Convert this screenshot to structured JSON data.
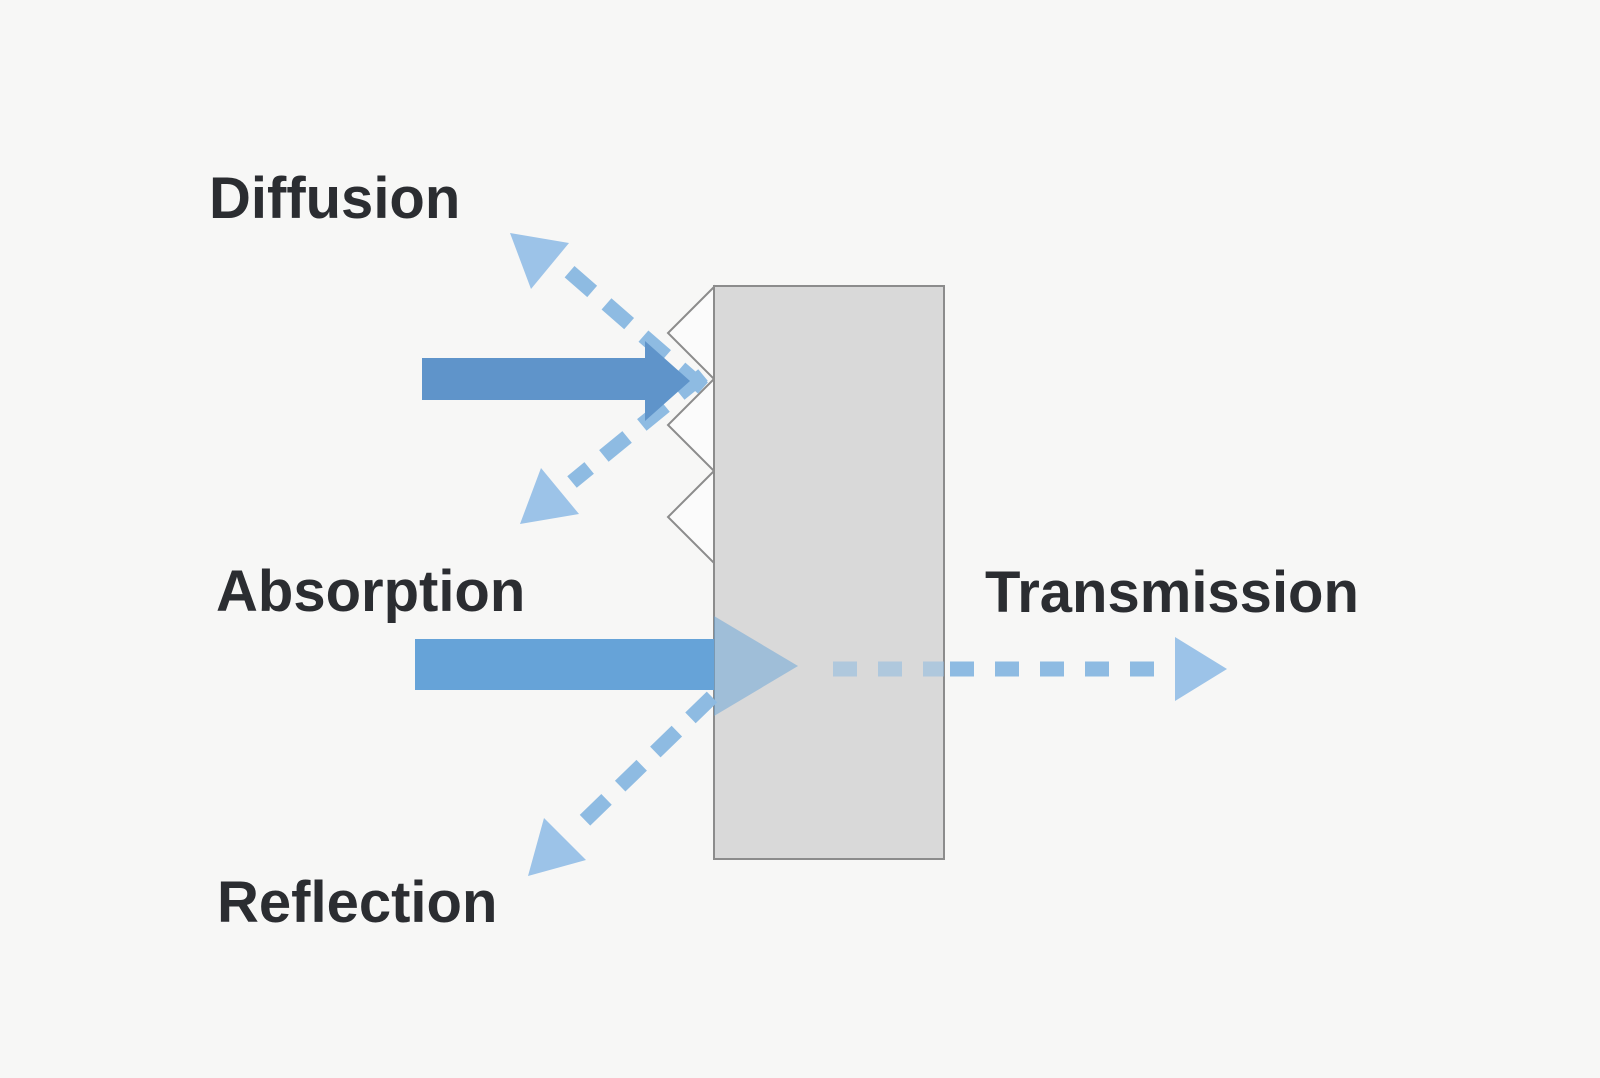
{
  "diagram": {
    "labels": {
      "diffusion": "Diffusion",
      "absorption": "Absorption",
      "reflection": "Reflection",
      "transmission": "Transmission"
    },
    "colors": {
      "background": "#f7f7f6",
      "label_text": "#2b2d31",
      "material_fill": "#d9d9d9",
      "material_stroke": "#8c8c8c",
      "surface_notch_fill": "#fbfbfb",
      "incident_arrow_blue": "#5f94ca",
      "absorbed_arrow_blue": "#66a3d8",
      "dashed_ray_blue": "#8ebbe2",
      "ray_arrowhead_blue": "#9cc3e8"
    }
  }
}
